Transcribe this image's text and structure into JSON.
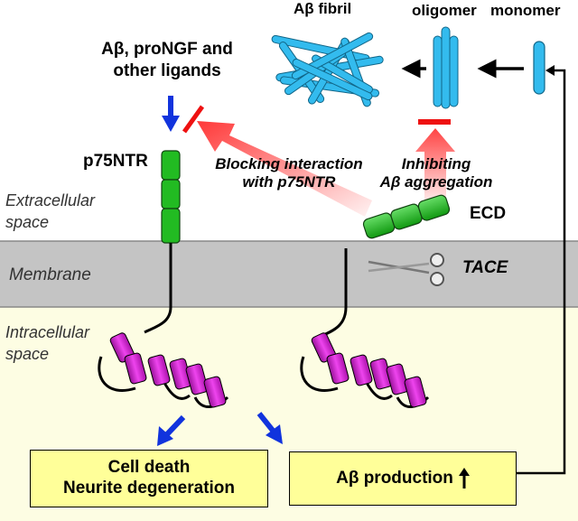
{
  "colors": {
    "intracellular_bg": "#fdfde3",
    "membrane_bg": "#c4c4c4",
    "receptor_green": "#22bb22",
    "helix_magenta": "#cc22cc",
    "abeta_cyan": "#33bbee",
    "inhibit_red": "#ee1111",
    "arrow_blue": "#1133dd",
    "box_yellow": "#ffff99"
  },
  "labels": {
    "abeta_fibril": "Aβ fibril",
    "oligomer": "oligomer",
    "monomer": "monomer",
    "ligands_line1": "Aβ, proNGF and",
    "ligands_line2": "other ligands",
    "p75ntr": "p75NTR",
    "blocking_line1": "Blocking interaction",
    "blocking_line2": "with p75NTR",
    "inhibiting_line1": "Inhibiting",
    "inhibiting_line2": "Aβ aggregation",
    "ecd": "ECD",
    "extracellular_line1": "Extracellular",
    "extracellular_line2": "space",
    "membrane": "Membrane",
    "tace": "TACE",
    "intracellular_line1": "Intracellular",
    "intracellular_line2": "space",
    "cell_death": "Cell death",
    "neurite_degeneration": "Neurite degeneration",
    "abeta_production": "Aβ production"
  },
  "icons": [
    "scissors-icon",
    "up-arrow-icon"
  ]
}
